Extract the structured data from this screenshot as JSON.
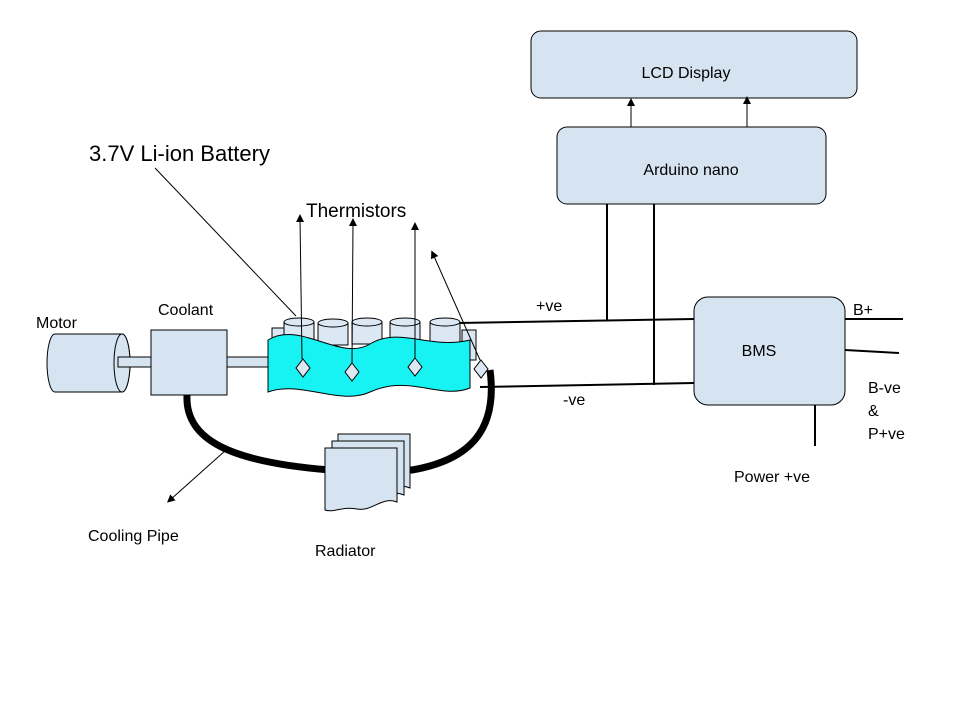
{
  "diagram": {
    "labels": {
      "lcd_display": "LCD Display",
      "arduino": "Arduino nano",
      "battery": "3.7V Li-ion Battery",
      "thermistors": "Thermistors",
      "motor": "Motor",
      "coolant": "Coolant",
      "bms": "BMS",
      "positive": "+ve",
      "negative": "-ve",
      "b_plus": "B+",
      "b_neg": "B-ve",
      "ampersand": "&",
      "p_plus": "P+ve",
      "power_pos": "Power +ve",
      "cooling_pipe": "Cooling Pipe",
      "radiator": "Radiator"
    },
    "colors": {
      "block_fill": "#d6e4f1",
      "coolant_fill": "#17f3f3",
      "cell_fill": "#dbe7f2",
      "pipe": "#000000"
    }
  }
}
